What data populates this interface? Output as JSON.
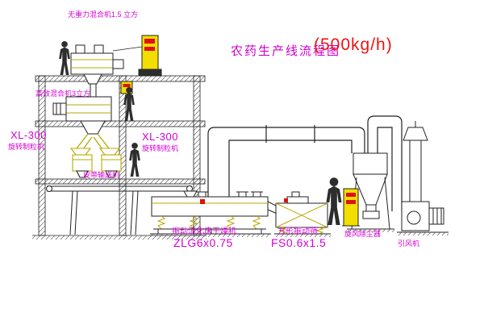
{
  "diagram": {
    "title": "农药生产线流程图",
    "capacity": "(500kg/h)"
  },
  "labels": {
    "gravity_mixer": "无重力混合机1.5 立方",
    "high_mixer": "高效混合机3立方",
    "granulator_left_model": "XL-300",
    "granulator_left_name": "旋转制粒机",
    "granulator_right_model": "XL-300",
    "granulator_right_name": "旋转制粒机",
    "belt_conveyor": "皮带输送机",
    "dryer_name": "振动流化床干燥机",
    "dryer_model": "ZLG6x0.75",
    "sieve_name": "方形振动筛",
    "sieve_model": "FS0.6x1.5",
    "cyclone": "旋风除尘器",
    "fan": "引风机"
  },
  "colors": {
    "label_magenta": "#d400d4",
    "title_magenta": "#cc00cc",
    "capacity_red": "#f01212",
    "equipment_yellow": "#f2de00",
    "accent_yellow": "#b8a800",
    "line_dark": "#222222",
    "background": "#ffffff"
  }
}
